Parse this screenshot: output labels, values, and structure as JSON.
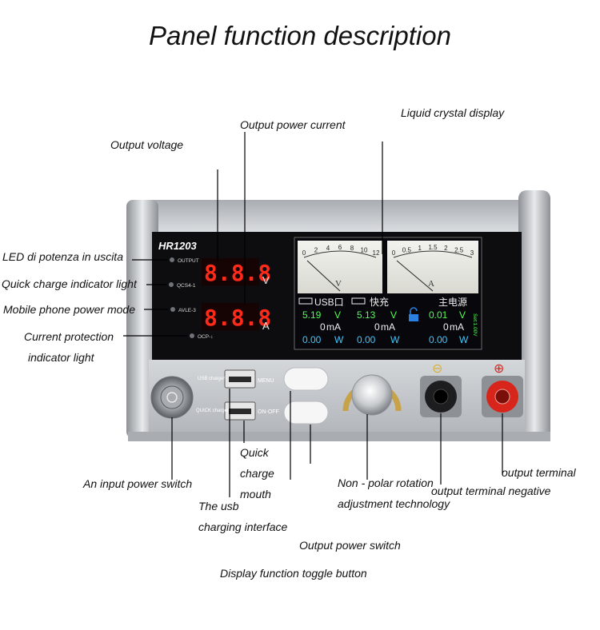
{
  "title": "Panel function description",
  "labels": {
    "liquid_crystal_display": "Liquid crystal display",
    "output_power_current": "Output power current",
    "output_voltage": "Output voltage",
    "led_output": "LED di potenza in uscita",
    "quick_charge_indicator": "Quick charge indicator light",
    "mobile_phone_mode": "Mobile phone power mode",
    "current_protection_1": "Current protection",
    "current_protection_2": "indicator light",
    "input_power_switch": "An input power switch",
    "quick_1": "Quick",
    "quick_2": "charge",
    "quick_3": "mouth",
    "usb_1": "The usb",
    "usb_2": "charging interface",
    "nonpolar_1": "Non - polar rotation",
    "nonpolar_2": "adjustment technology",
    "output_terminal": "output terminal",
    "output_terminal_negative": "output terminal negative",
    "output_power_switch": "Output power switch",
    "display_toggle": "Display function toggle button"
  },
  "device": {
    "model": "HR1203",
    "indicators": [
      "OUTPUT",
      "QCS4-1",
      "AVLE-3",
      "OCP-↕"
    ],
    "voltage_display": "8.8.8",
    "current_display": "8.8.8",
    "voltage_unit": "V",
    "current_unit": "A",
    "usb_labels": [
      "USB charger",
      "QUICK charger"
    ],
    "menu_label": "MENU",
    "onoff_label": "ON-OFF",
    "neg_symbol": "⊖",
    "pos_symbol": "⊕",
    "lcd": {
      "voltmeter_ticks": [
        "0",
        "2",
        "4",
        "6",
        "8",
        "10",
        "12"
      ],
      "ammeter_ticks": [
        "0",
        "0.5",
        "1",
        "1.5",
        "2",
        "2.5",
        "3"
      ],
      "voltmeter_unit": "V",
      "ammeter_unit": "A",
      "headers": [
        "USB口",
        "快充",
        "主电源"
      ],
      "col1": [
        "5.19",
        "V",
        "0",
        "mA",
        "0.00",
        "W"
      ],
      "col2": [
        "5.13",
        "V",
        "0",
        "mA",
        "0.00",
        "W"
      ],
      "col3": [
        "0.01",
        "V",
        "0",
        "mA",
        "0.00",
        "W"
      ],
      "side_text": "Set:1.00V"
    }
  },
  "colors": {
    "led_red": "#ff2a1a",
    "lcd_bg": "#08080c",
    "lcd_green": "#50ff50",
    "lcd_cyan": "#40c8ff",
    "lcd_white": "#f0f0f0",
    "panel_silver": "#c9ccd0",
    "positive_red": "#d8251c"
  }
}
